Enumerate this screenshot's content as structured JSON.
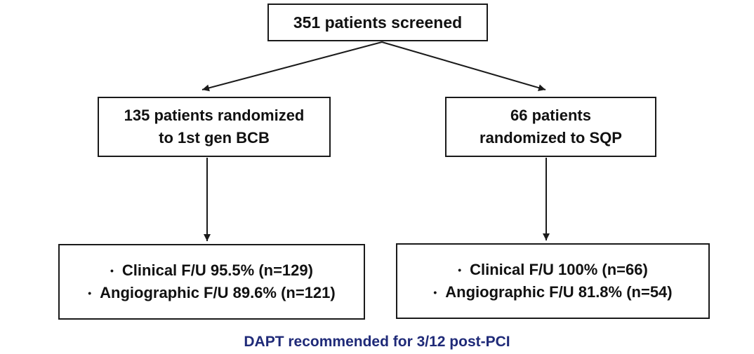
{
  "flowchart": {
    "screened": {
      "label": "351 patients screened"
    },
    "bcb_arm": {
      "line1": "135 patients randomized",
      "line2": "to 1st gen BCB",
      "followup": [
        {
          "bullet": "•",
          "text": "Clinical F/U 95.5% (n=129)"
        },
        {
          "bullet": "•",
          "text": "Angiographic F/U 89.6% (n=121)"
        }
      ]
    },
    "sqp_arm": {
      "line1": "66 patients",
      "line2": "randomized to SQP",
      "followup": [
        {
          "bullet": "•",
          "text": "Clinical F/U 100% (n=66)"
        },
        {
          "bullet": "•",
          "text": "Angiographic F/U 81.8% (n=54)"
        }
      ]
    },
    "footer": "DAPT recommended for 3/12 post-PCI"
  },
  "colors": {
    "line": "#1a1a1a",
    "box_border": "#1a1a1a",
    "text": "#111111",
    "footer_text": "#1f2a78",
    "background": "#ffffff"
  }
}
